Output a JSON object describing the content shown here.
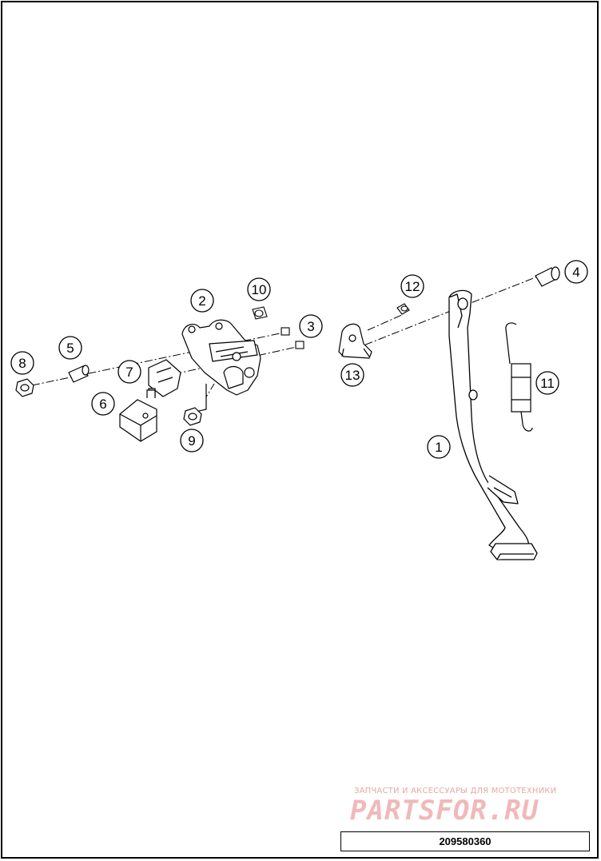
{
  "diagram": {
    "callouts": [
      {
        "id": "1",
        "label": "1"
      },
      {
        "id": "2",
        "label": "2"
      },
      {
        "id": "3",
        "label": "3"
      },
      {
        "id": "4",
        "label": "4"
      },
      {
        "id": "5",
        "label": "5"
      },
      {
        "id": "6",
        "label": "6"
      },
      {
        "id": "7",
        "label": "7"
      },
      {
        "id": "8",
        "label": "8"
      },
      {
        "id": "9",
        "label": "9"
      },
      {
        "id": "10",
        "label": "10"
      },
      {
        "id": "11",
        "label": "11"
      },
      {
        "id": "12",
        "label": "12"
      },
      {
        "id": "13",
        "label": "13"
      }
    ]
  },
  "watermark": {
    "tagline": "ЗАПЧАСТИ И АКСЕССУАРЫ ДЛЯ МОТОТЕХНИКИ",
    "logo_text": "PARTSFOR.RU",
    "color": "#f0b9b9"
  },
  "part_number": "209580360"
}
